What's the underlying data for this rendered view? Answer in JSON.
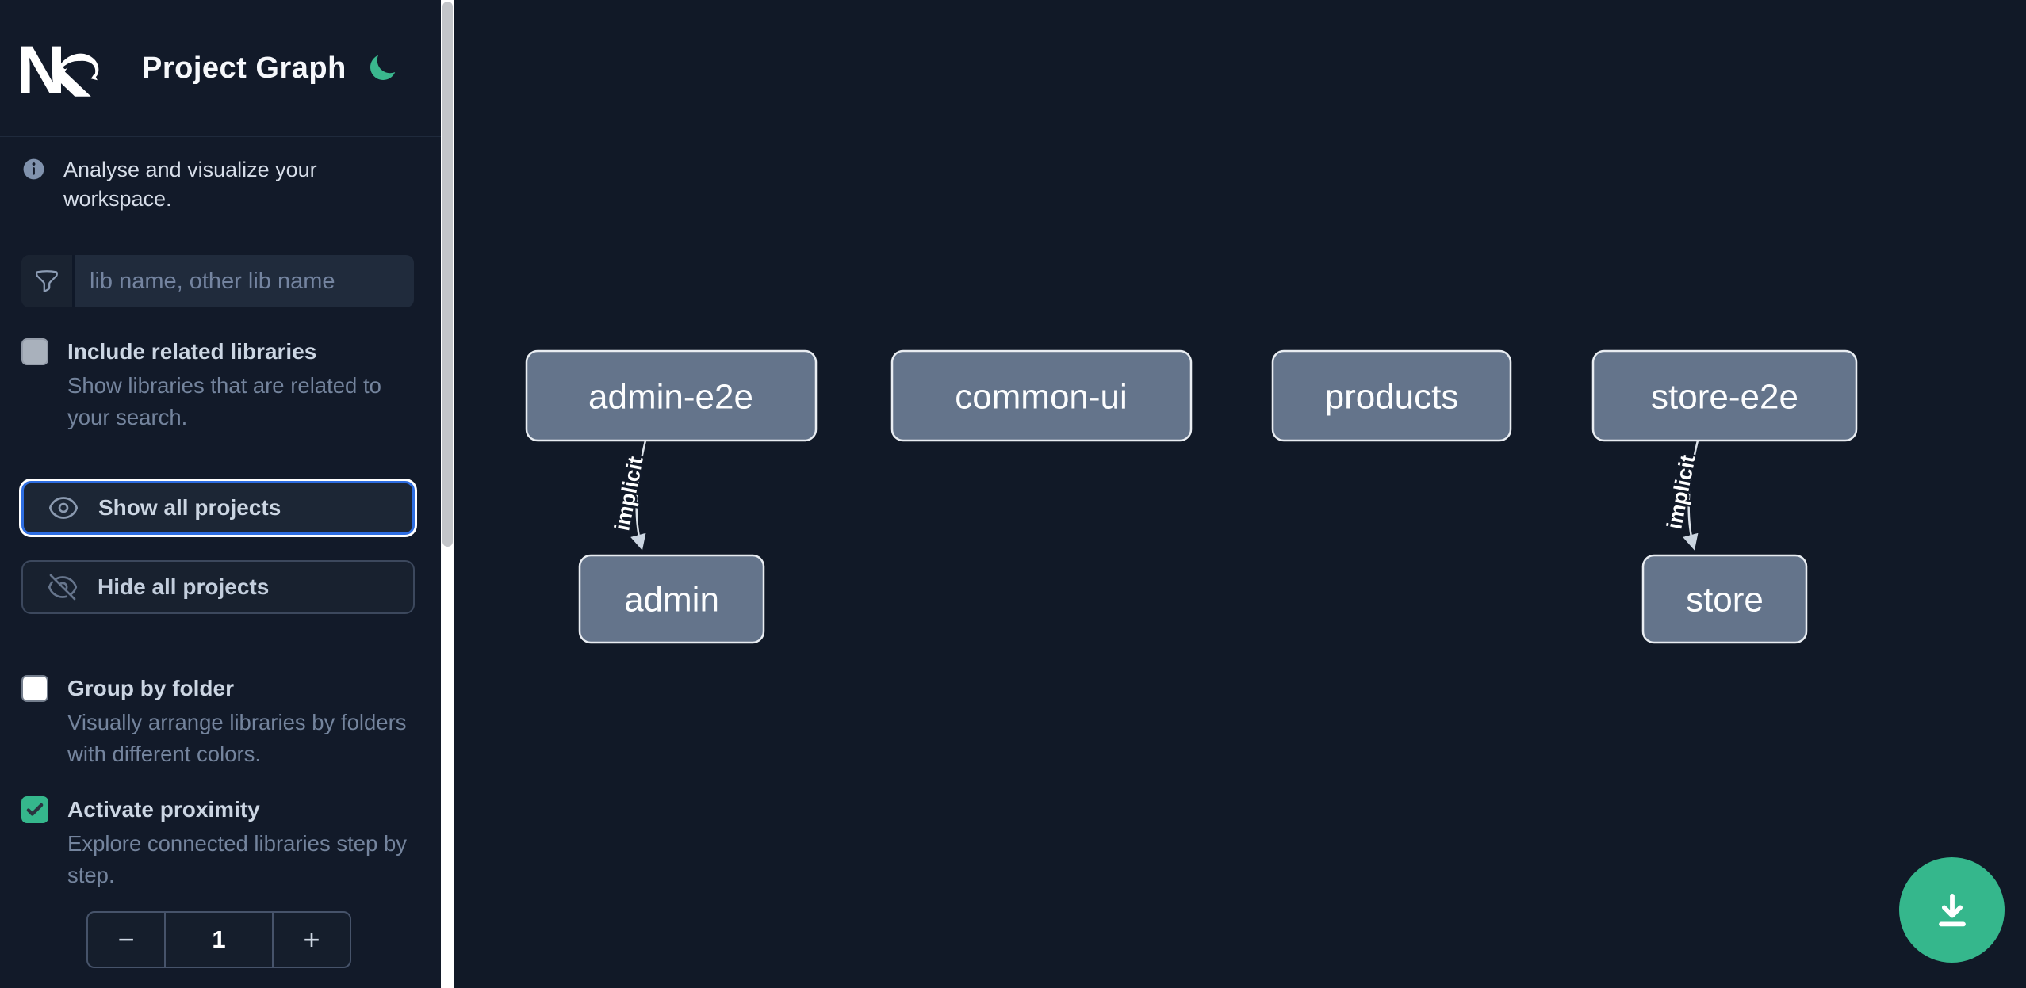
{
  "header": {
    "title": "Project Graph"
  },
  "intro": {
    "text": "Analyse and visualize your workspace."
  },
  "filter": {
    "placeholder": "lib name, other lib name"
  },
  "options": {
    "include_related": {
      "label": "Include related libraries",
      "description": "Show libraries that are related to your search.",
      "checked": false
    },
    "group_by_folder": {
      "label": "Group by folder",
      "description": "Visually arrange libraries by folders with different colors.",
      "checked": false
    },
    "activate_proximity": {
      "label": "Activate proximity",
      "description": "Explore connected libraries step by step.",
      "checked": true
    }
  },
  "actions": {
    "show_all": "Show all projects",
    "hide_all": "Hide all projects"
  },
  "proximity_stepper": {
    "decrement": "−",
    "value": "1",
    "increment": "+"
  },
  "graph": {
    "nodes": [
      {
        "label": "admin-e2e"
      },
      {
        "label": "common-ui"
      },
      {
        "label": "products"
      },
      {
        "label": "store-e2e"
      },
      {
        "label": "admin"
      },
      {
        "label": "store"
      }
    ],
    "edges": [
      {
        "from": "admin-e2e",
        "to": "admin",
        "type": "implicit",
        "label": "implicit"
      },
      {
        "from": "store-e2e",
        "to": "store",
        "type": "implicit",
        "label": "implicit"
      }
    ]
  },
  "icons": {
    "logo": "nx-logo",
    "theme": "moon-icon",
    "intro": "info-circle-icon",
    "filter": "funnel-icon",
    "show": "eye-icon",
    "hide": "eye-slash-icon",
    "fab": "download-icon"
  },
  "colors": {
    "sidebar_bg": "#121a29",
    "canvas_bg": "#111927",
    "accent_green": "#35b78c",
    "focus_blue": "#2e6ee2",
    "node_fill": "#64748b",
    "node_border": "#e9edf2",
    "edge": "#dde3ea"
  }
}
